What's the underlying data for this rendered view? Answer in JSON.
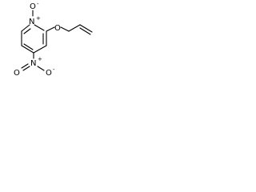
{
  "diagram": {
    "atoms": {
      "ring_nitrogen": {
        "symbol": "N",
        "charge": "+"
      },
      "n_oxide_oxygen": {
        "symbol": "O",
        "charge": "-"
      },
      "ether_oxygen": {
        "symbol": "O"
      },
      "nitro_nitrogen": {
        "symbol": "N",
        "charge": "+"
      },
      "nitro_oxygen_left": {
        "symbol": "O"
      },
      "nitro_oxygen_right": {
        "symbol": "O",
        "charge": "-"
      }
    }
  }
}
